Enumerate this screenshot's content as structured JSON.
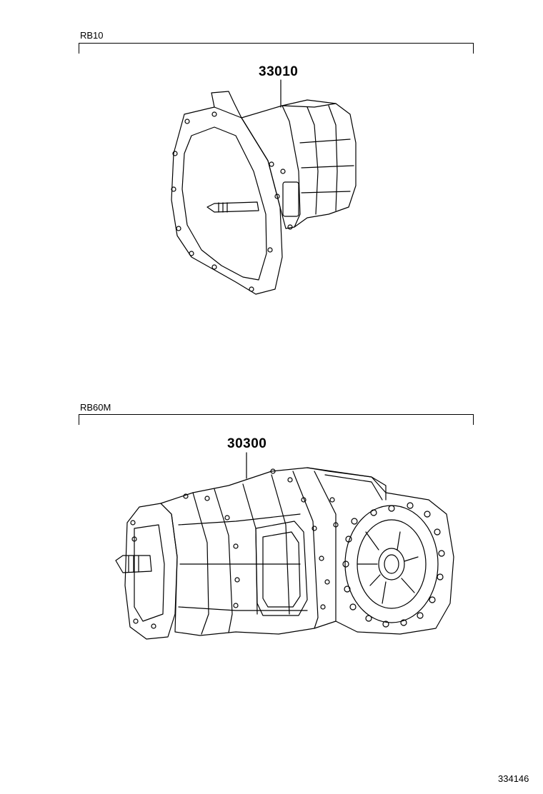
{
  "sections": [
    {
      "label": "RB10",
      "part_number": "33010"
    },
    {
      "label": "RB60M",
      "part_number": "30300"
    }
  ],
  "diagram_id": "334146"
}
